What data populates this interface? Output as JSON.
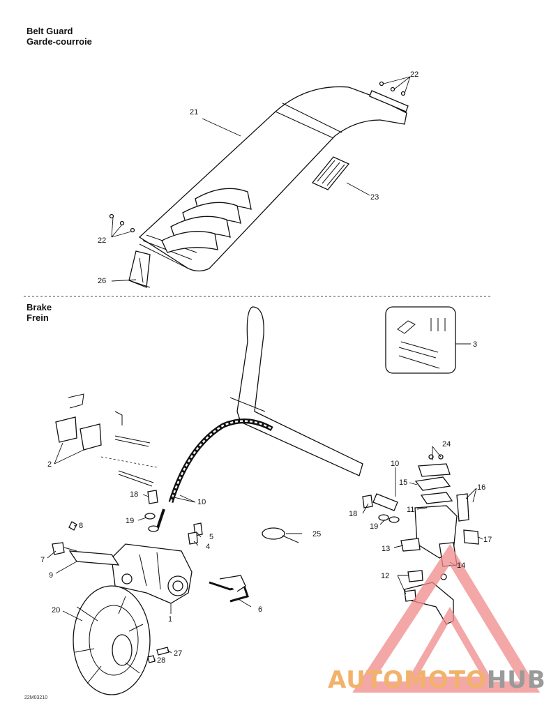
{
  "sections": {
    "belt_guard": {
      "title_en": "Belt Guard",
      "title_fr": "Garde-courroie"
    },
    "brake": {
      "title_en": "Brake",
      "title_fr": "Frein"
    }
  },
  "callouts": {
    "c21": "21",
    "c22a": "22",
    "c22b": "22",
    "c23": "23",
    "c26": "26",
    "c3": "3",
    "c24": "24",
    "c10a": "10",
    "c10b": "10",
    "c15": "15",
    "c16": "16",
    "c11": "11",
    "c18a": "18",
    "c18b": "18",
    "c19a": "19",
    "c19b": "19",
    "c2": "2",
    "c25": "25",
    "c17": "17",
    "c13": "13",
    "c8": "8",
    "c5": "5",
    "c4": "4",
    "c7": "7",
    "c9": "9",
    "c12": "12",
    "c14": "14",
    "c6": "6",
    "c1": "1",
    "c20": "20",
    "c27": "27",
    "c28": "28"
  },
  "figure_ref": "22M03210",
  "watermark": {
    "part1": "AUTOMOTO",
    "part2": "HUB",
    "color_primary": "#f2b26b",
    "color_secondary": "#9a9a9a",
    "triangle_color": "#f08a8a"
  }
}
